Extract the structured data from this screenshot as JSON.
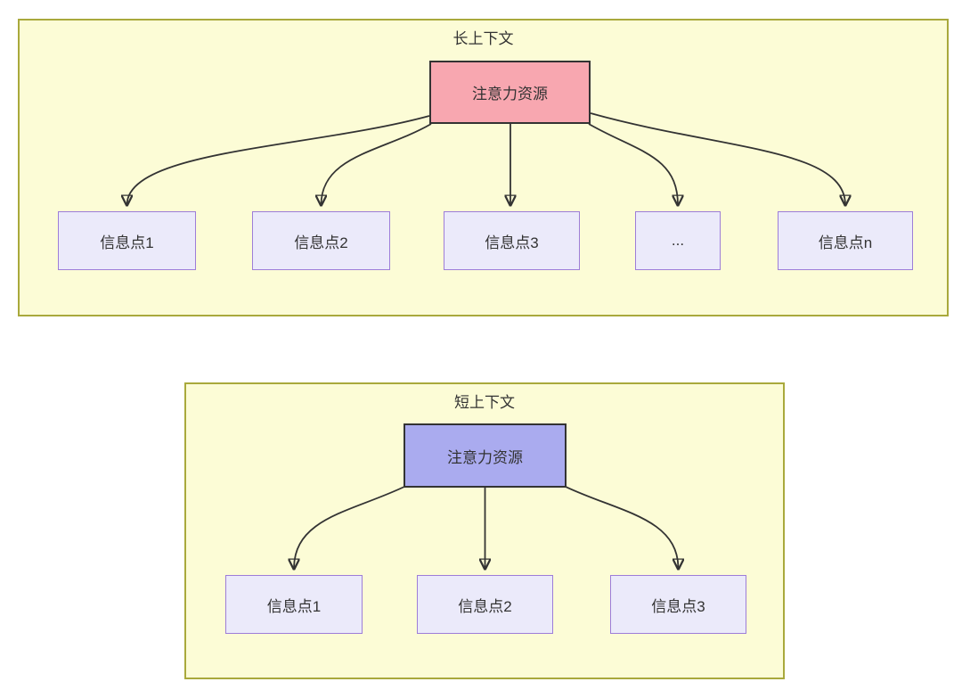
{
  "diagram": {
    "long": {
      "title": "长上下文",
      "source_label": "注意力资源",
      "targets": [
        "信息点1",
        "信息点2",
        "信息点3",
        "...",
        "信息点n"
      ]
    },
    "short": {
      "title": "短上下文",
      "source_label": "注意力资源",
      "targets": [
        "信息点1",
        "信息点2",
        "信息点3"
      ]
    },
    "colors": {
      "container_fill": "#FCFCD6",
      "container_border": "#A9A93C",
      "long_source_fill": "#F8A7B0",
      "short_source_fill": "#AAABEF",
      "target_fill": "#EBEAFA",
      "target_border": "#9D7DD8",
      "source_border": "#333333",
      "arrow": "#333333",
      "text": "#333333"
    }
  }
}
